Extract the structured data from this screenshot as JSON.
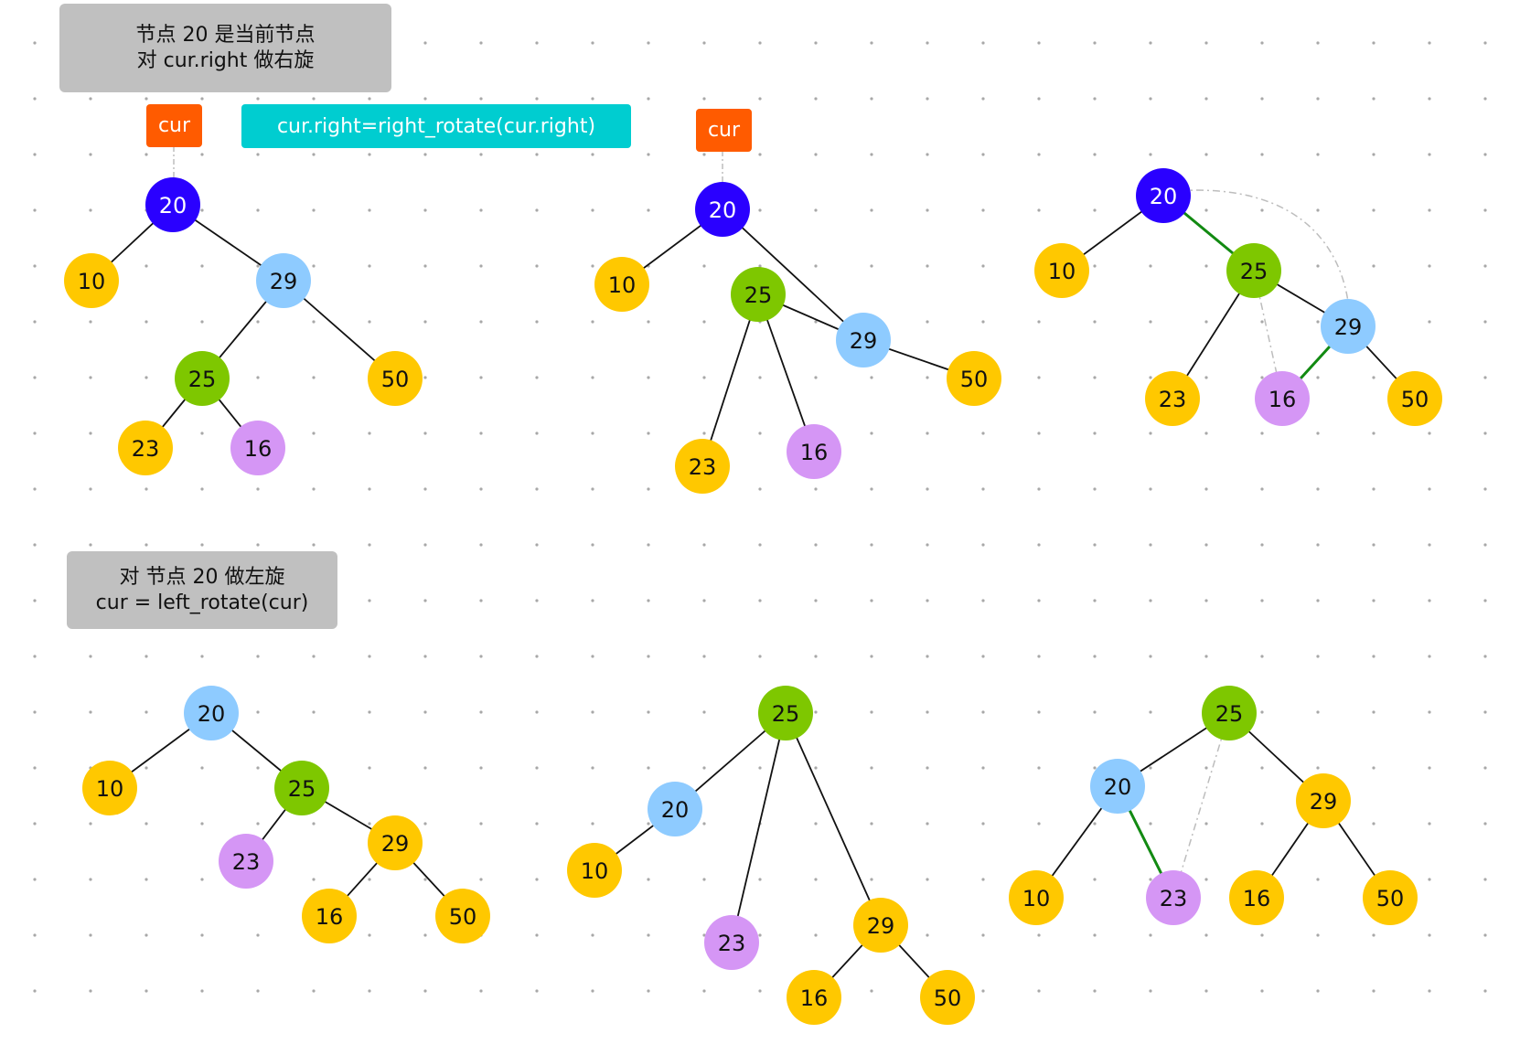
{
  "colors": {
    "current_root": "#2a00ff",
    "light_blue": "#8ecbff",
    "green": "#7ec700",
    "yellow": "#ffc800",
    "purple": "#d596f5",
    "cur_tag": "#ff5b00",
    "code_tag": "#00cdd0",
    "note_bg": "#c0c0c0",
    "highlight_edge": "#128a12",
    "dashed_edge": "#bdbdbd"
  },
  "notes": {
    "top_line1": "节点 20 是当前节点",
    "top_line2": "对 cur.right 做右旋",
    "bottom_line1": "对 节点 20 做左旋",
    "bottom_line2": "cur = left_rotate(cur)"
  },
  "tags": {
    "cur1": "cur",
    "cur2": "cur",
    "code": "cur.right=right_rotate(cur.right)"
  },
  "nodes": {
    "d1": {
      "n20": "20",
      "n10": "10",
      "n29": "29",
      "n25": "25",
      "n50": "50",
      "n23": "23",
      "n16": "16"
    },
    "d2": {
      "n20": "20",
      "n10": "10",
      "n25": "25",
      "n29": "29",
      "n50": "50",
      "n23": "23",
      "n16": "16"
    },
    "d3": {
      "n20": "20",
      "n10": "10",
      "n25": "25",
      "n29": "29",
      "n23": "23",
      "n16": "16",
      "n50": "50"
    },
    "d4": {
      "n20": "20",
      "n10": "10",
      "n25": "25",
      "n23": "23",
      "n29": "29",
      "n16": "16",
      "n50": "50"
    },
    "d5": {
      "n25": "25",
      "n20": "20",
      "n10": "10",
      "n23": "23",
      "n29": "29",
      "n16": "16",
      "n50": "50"
    },
    "d6": {
      "n25": "25",
      "n20": "20",
      "n29": "29",
      "n10": "10",
      "n23": "23",
      "n16": "16",
      "n50": "50"
    }
  }
}
